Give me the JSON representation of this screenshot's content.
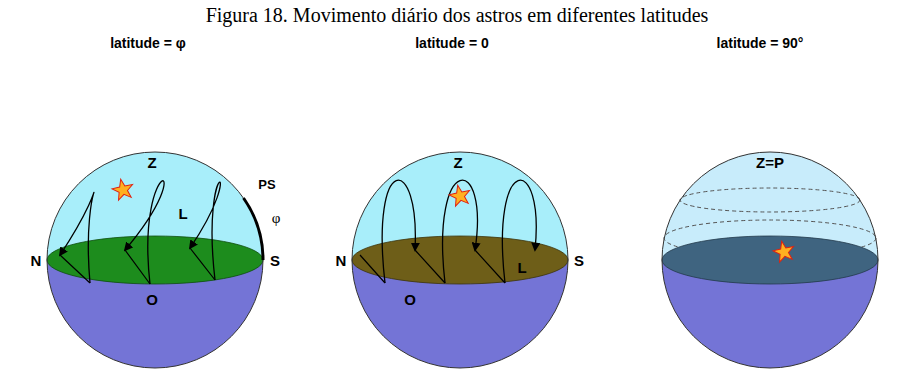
{
  "diagram": {
    "title": "Figura 18. Movimento diário dos astros em diferentes latitudes",
    "labels": [
      "latitude = φ",
      "latitude = 0",
      "latitude = 90°",
      "Z",
      "PS",
      "φ",
      "L",
      "N",
      "S",
      "O",
      "Z",
      "N",
      "S",
      "L",
      "O",
      "Z=P"
    ]
  }
}
